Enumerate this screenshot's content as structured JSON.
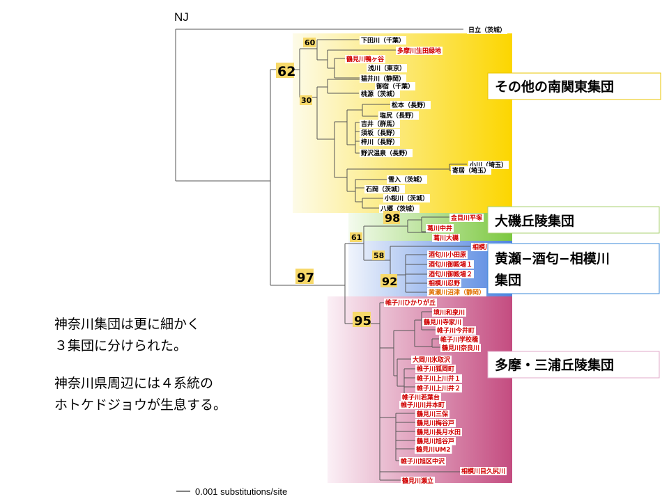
{
  "tree_label": "NJ",
  "scale_label": "0.001 substitutions/site",
  "notes": [
    "神奈川集団は更に細かく",
    "３集団に分けられた。",
    "神奈川県周辺には４系統の",
    "ホトケドジョウが生息する。"
  ],
  "groups": [
    {
      "id": "south-kanto",
      "lines": [
        "その他の南関東集団"
      ],
      "color_top": "#fdfbe8",
      "color_bottom": "#fcd600"
    },
    {
      "id": "oiso",
      "lines": [
        "大磯丘陵集団"
      ],
      "color_top": "#f4fbee",
      "color_bottom": "#7cc840"
    },
    {
      "id": "kise",
      "lines": [
        "黄瀬−酒匂−相模川",
        "集団"
      ],
      "color_top": "#f0f4fc",
      "color_bottom": "#4f83e0"
    },
    {
      "id": "tama",
      "lines": [
        "多摩・三浦丘陵集団"
      ],
      "color_top": "#fbf0f6",
      "color_bottom": "#c44c80"
    }
  ],
  "bootstrap": [
    "62",
    "60",
    "30",
    "98",
    "61",
    "58",
    "92",
    "97",
    "95"
  ],
  "leaves": [
    {
      "label": "日立（茨城）",
      "color": "#000000"
    },
    {
      "label": "下田川（千葉）",
      "color": "#000000"
    },
    {
      "label": "多摩川生田緑地",
      "color": "#d00000"
    },
    {
      "label": "鶴見川鴨ヶ谷",
      "color": "#d00000"
    },
    {
      "label": "浅川（東京）",
      "color": "#000000"
    },
    {
      "label": "猫井川（静岡）",
      "color": "#000000"
    },
    {
      "label": "御宿（千葉）",
      "color": "#000000"
    },
    {
      "label": "桃源（茨城）",
      "color": "#000000"
    },
    {
      "label": "松本（長野）",
      "color": "#000000"
    },
    {
      "label": "塩尻（長野）",
      "color": "#000000"
    },
    {
      "label": "吉井（群馬）",
      "color": "#000000"
    },
    {
      "label": "須坂（長野）",
      "color": "#000000"
    },
    {
      "label": "梓川（長野）",
      "color": "#000000"
    },
    {
      "label": "野沢温泉（長野）",
      "color": "#000000"
    },
    {
      "label": "小川（埼玉）",
      "color": "#000000"
    },
    {
      "label": "寄居（埼玉）",
      "color": "#000000"
    },
    {
      "label": "雪入（茨城）",
      "color": "#000000"
    },
    {
      "label": "石岡（茨城）",
      "color": "#000000"
    },
    {
      "label": "小桜川（茨城）",
      "color": "#000000"
    },
    {
      "label": "八郷（茨城）",
      "color": "#000000"
    },
    {
      "label": "金目川平塚",
      "color": "#d00000"
    },
    {
      "label": "葛川中井",
      "color": "#d00000"
    },
    {
      "label": "葛川大磯",
      "color": "#d00000"
    },
    {
      "label": "相模川道保川",
      "color": "#d00000"
    },
    {
      "label": "酒匂川小田原",
      "color": "#d00000"
    },
    {
      "label": "酒匂川御殿場１",
      "color": "#d00000"
    },
    {
      "label": "酒匂川御殿場２",
      "color": "#d00000"
    },
    {
      "label": "相模川忍野",
      "color": "#d00000"
    },
    {
      "label": "黄瀬川沼津（静岡）",
      "color": "#e07000"
    },
    {
      "label": "帷子川ひかりが丘",
      "color": "#d00000"
    },
    {
      "label": "境川和泉川",
      "color": "#d00000"
    },
    {
      "label": "鶴見川寺家川",
      "color": "#d00000"
    },
    {
      "label": "帷子川今井町",
      "color": "#d00000"
    },
    {
      "label": "帷子川学校橋",
      "color": "#d00000"
    },
    {
      "label": "鶴見川奈良川",
      "color": "#d00000"
    },
    {
      "label": "大岡川氷取沢",
      "color": "#d00000"
    },
    {
      "label": "帷子川狐岡町",
      "color": "#d00000"
    },
    {
      "label": "帷子川上川井１",
      "color": "#d00000"
    },
    {
      "label": "帷子川上川井２",
      "color": "#d00000"
    },
    {
      "label": "帷子川若葉台",
      "color": "#d00000"
    },
    {
      "label": "帷子川川井本町",
      "color": "#d00000"
    },
    {
      "label": "鶴見川三保",
      "color": "#d00000"
    },
    {
      "label": "鶴見川梅谷戸",
      "color": "#d00000"
    },
    {
      "label": "鶴見川長月水田",
      "color": "#d00000"
    },
    {
      "label": "鶴見川旭谷戸",
      "color": "#d00000"
    },
    {
      "label": "鶴見川UM2",
      "color": "#d00000"
    },
    {
      "label": "帷子川旭区中沢",
      "color": "#d00000"
    },
    {
      "label": "相模川目久尻川",
      "color": "#d00000"
    },
    {
      "label": "鶴見川瀬立",
      "color": "#d00000"
    }
  ]
}
